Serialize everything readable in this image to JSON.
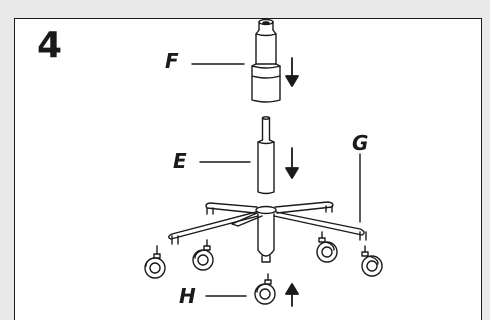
{
  "step": {
    "number": "4"
  },
  "labels": {
    "f": "F",
    "e": "E",
    "g": "G",
    "h": "H"
  },
  "icons": {
    "arrow_f": "down-arrow-icon",
    "arrow_e": "down-arrow-icon",
    "arrow_h": "up-arrow-icon"
  },
  "colors": {
    "stroke": "#1a1a1a",
    "background": "#e9e9e9",
    "panel": "#ffffff"
  }
}
